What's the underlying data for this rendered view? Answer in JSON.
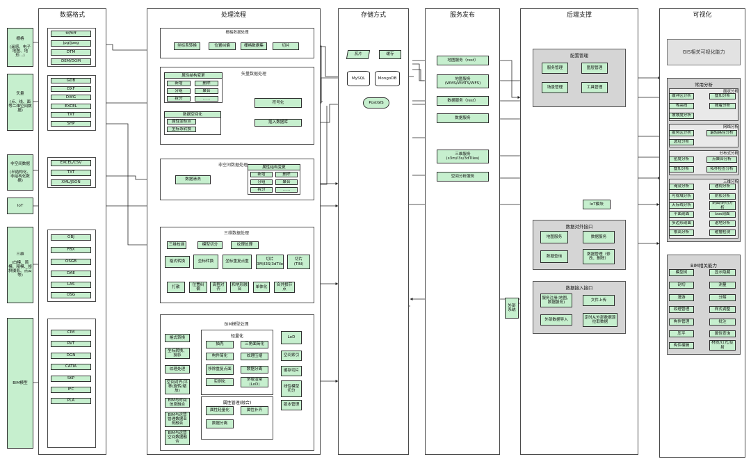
{
  "columns": {
    "c1": "数据格式",
    "c2": "处理流程",
    "c3": "存储方式",
    "c4": "服务发布",
    "c5": "后端支撑",
    "c6": "可视化"
  },
  "sources": {
    "raster": "栅格\n\n(遥感、电子地图、地形…)",
    "vector": "矢量\n\n(点、线、面等二维空间数据)",
    "nonspatial": "非空间数据\n\n(半结构化、非结构化数据)",
    "iot": "IoT",
    "threed": "三维\n\n(白模、简模、精模、倾斜摄影、点云等)",
    "bim": "BIM模型"
  },
  "formats": {
    "raster": [
      "tif/tiff",
      "jpg/jpeg",
      "DTM",
      "DEM/DOM"
    ],
    "vector": [
      "GDB",
      "DXF",
      "DWG",
      "EXCEL",
      "TXT",
      "SHP"
    ],
    "nonspatial": [
      "EXCEL/CSV",
      "TXT",
      "XML/JSON"
    ],
    "threed": [
      "OBJ",
      "FBX",
      "OSGB",
      "DAE",
      "LAS",
      "OSG"
    ],
    "bim": [
      "CIM",
      "RVT",
      "DGN",
      "CATIA",
      "SKP",
      "IFC",
      "PLA"
    ]
  },
  "raster_proc": {
    "title": "栅格数据处理",
    "items": [
      "坐标系转换",
      "位置纠偏",
      "栅格数据集",
      "切片"
    ]
  },
  "vector_proc": {
    "title": "矢量数据处理",
    "struct_title": "属性结构变更",
    "struct_items": [
      "新增",
      "删除",
      "分组",
      "聚合",
      "拆分",
      "……"
    ],
    "space_title": "数据空间化",
    "space_items": [
      "属性坐标点",
      "坐标系转换"
    ],
    "symbolize": "符号化",
    "insert": "插入数据库"
  },
  "nonspatial_proc": {
    "title": "非空间数据处理",
    "clean": "数据清洗",
    "struct_title": "属性结构变更",
    "struct_items": [
      "新增",
      "删除",
      "分组",
      "聚合",
      "拆分",
      "……"
    ]
  },
  "threed_proc": {
    "title": "三维数据处理",
    "row1": [
      "三维校准",
      "模型切分",
      "纹理处理"
    ],
    "row2": [
      "格式转换",
      "坐标转换",
      "坐标重复点重",
      "切片\n(S3M/I3S/3dTiles)",
      "切片\n(TIN)"
    ],
    "row3": [
      "打散",
      "位置纠偏",
      "高程对齐",
      "和地形融合",
      "单体化",
      "合并相节点"
    ]
  },
  "bim_proc": {
    "title": "BIM模型处理",
    "left": [
      "格式转换",
      "坐标转换、投影",
      "纹理处理",
      "空间对齐(平移/旋转/缩放)",
      "BIM与时间信息融合",
      "BIM与运营管理数据业务融合",
      "BIM与运营空间数据融合"
    ],
    "light_title": "轻量化",
    "light": [
      "抽壳",
      "三角面简化",
      "构件简化",
      "纹理压缩",
      "移除重复点面",
      "数据分离",
      "实例化",
      "多级渲染(LoD)"
    ],
    "attr_title": "属性管理(融合)",
    "attr": [
      "属性轻量化",
      "属性补齐",
      "数据分离"
    ],
    "right": [
      "LoD",
      "空间索引",
      "缓存切片",
      "线性模型切分",
      "版本管理"
    ]
  },
  "storage": {
    "tiles": "瓦片",
    "cache": "缓存",
    "mysql": "MySQL",
    "mongo": "MongoDB",
    "postgis": "PostGIS"
  },
  "services": [
    "地图服务（rest）",
    "地图服务\n(WMS/WMTS/WFS)",
    "数据服务（rest）",
    "数据服务",
    "三维服务\n(s3m/i3s/3dTiles)",
    "空间分析服务"
  ],
  "backend": {
    "config_title": "配置管理",
    "config": [
      "服务管理",
      "图层管理",
      "场景管理",
      "工具管理"
    ],
    "iot": "IoT模块",
    "out_title": "数据对外接口",
    "out": [
      "地图服务",
      "数据服务",
      "数据查询",
      "数据管理（修改、删除）"
    ],
    "in_title": "数据接入接口",
    "in": [
      "服务注册(地图、数据服务)",
      "文件上传",
      "外部数据导入",
      "定时从外部数据源拉取数据"
    ],
    "external": "外部系统"
  },
  "vis": {
    "gis_cap": "GIS相关可视化能力",
    "common_title": "常用分析",
    "groups": [
      {
        "title": "面状分析",
        "items": [
          "缓冲区分析",
          "叠加分析",
          "等高线",
          "随着分析",
          "坡坡度分析"
        ]
      },
      {
        "title": "网络分析",
        "items": [
          "服务区分析",
          "最短路径分析",
          "选址分析"
        ]
      },
      {
        "title": "分布式分析",
        "items": [
          "密度分析",
          "点聚合分析",
          "叠加分析",
          "拓扑检查分析"
        ]
      },
      {
        "title": "三维分析",
        "items": [
          "淹没分析",
          "通视分析",
          "可视域分析",
          "阴影分析",
          "天际线分析",
          "剖面/剖切分析",
          "平面剖面",
          "box剖面",
          "多边形剖面",
          "退地分析",
          "限高分析",
          "碰撞检测"
        ]
      }
    ],
    "bim_title": "BIM相关能力",
    "bim": [
      "模型树",
      "显示隐藏",
      "剖切",
      "测量",
      "漫游",
      "分解",
      "纹理管理",
      "样式调整",
      "构件管理",
      "批注",
      "压平",
      "属性查询",
      "构件编辑",
      "材质/灯光/反射"
    ]
  }
}
